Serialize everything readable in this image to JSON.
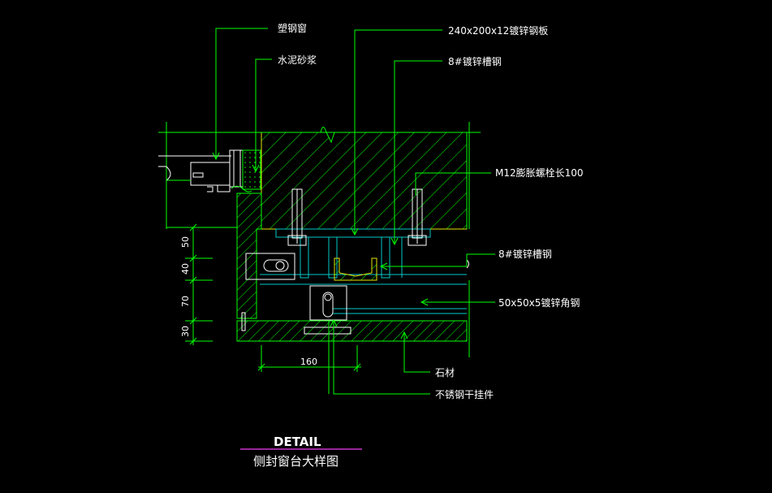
{
  "drawing": {
    "labels": {
      "plastic_steel_window": "塑钢窗",
      "cement_mortar": "水泥砂浆",
      "galv_plate": "240x200x12镀锌钢板",
      "channel_steel_top": "8#镀锌槽钢",
      "anchor_bolt": "M12膨胀螺栓长100",
      "channel_steel_mid": "8#镀锌槽钢",
      "angle_steel": "50x50x5镀锌角钢",
      "stone": "石材",
      "stainless_hanger": "不锈钢干挂件"
    },
    "dimensions": {
      "d50": "50",
      "d40": "40",
      "d70": "70",
      "d30": "30",
      "d160": "160"
    },
    "title": "DETAIL",
    "subtitle": "侧封窗台大样图",
    "colors": {
      "background": "#000000",
      "line_green": "#00ff00",
      "line_cyan": "#00c8c8",
      "line_yellow": "#e6e600",
      "title_underline": "#cc33cc",
      "text": "#ffffff"
    }
  }
}
